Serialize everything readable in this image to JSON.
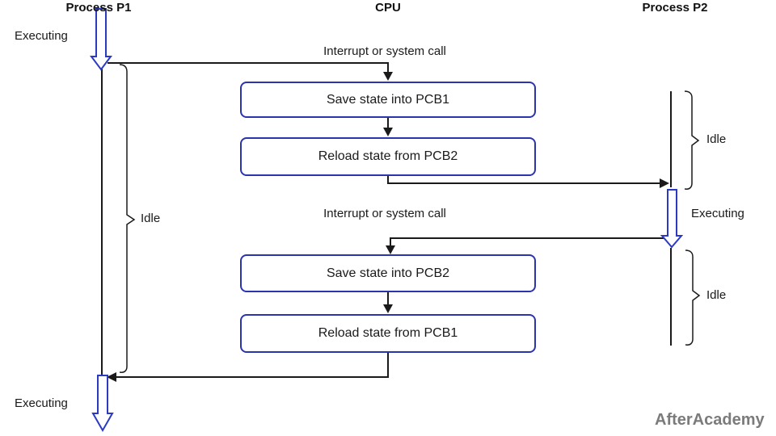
{
  "diagram": {
    "headers": {
      "p1": "Process P1",
      "cpu": "CPU",
      "p2": "Process P2"
    },
    "labels": {
      "executing_top": "Executing",
      "interrupt_1": "Interrupt or system call",
      "idle_left": "Idle",
      "idle_right_1": "Idle",
      "executing_right": "Executing",
      "interrupt_2": "Interrupt or system call",
      "idle_right_2": "Idle",
      "executing_bottom": "Executing"
    },
    "boxes": [
      {
        "label": "Save state into PCB1"
      },
      {
        "label": "Reload state from PCB2"
      },
      {
        "label": "Save state into PCB2"
      },
      {
        "label": "Reload state from PCB1"
      }
    ],
    "watermark": "AfterAcademy",
    "colors": {
      "box_blue": "#2a35ad",
      "arrow_blue": "#2b3ac2",
      "line_black": "#1a1a1a",
      "watermark_gray": "#7b7b7b"
    }
  }
}
